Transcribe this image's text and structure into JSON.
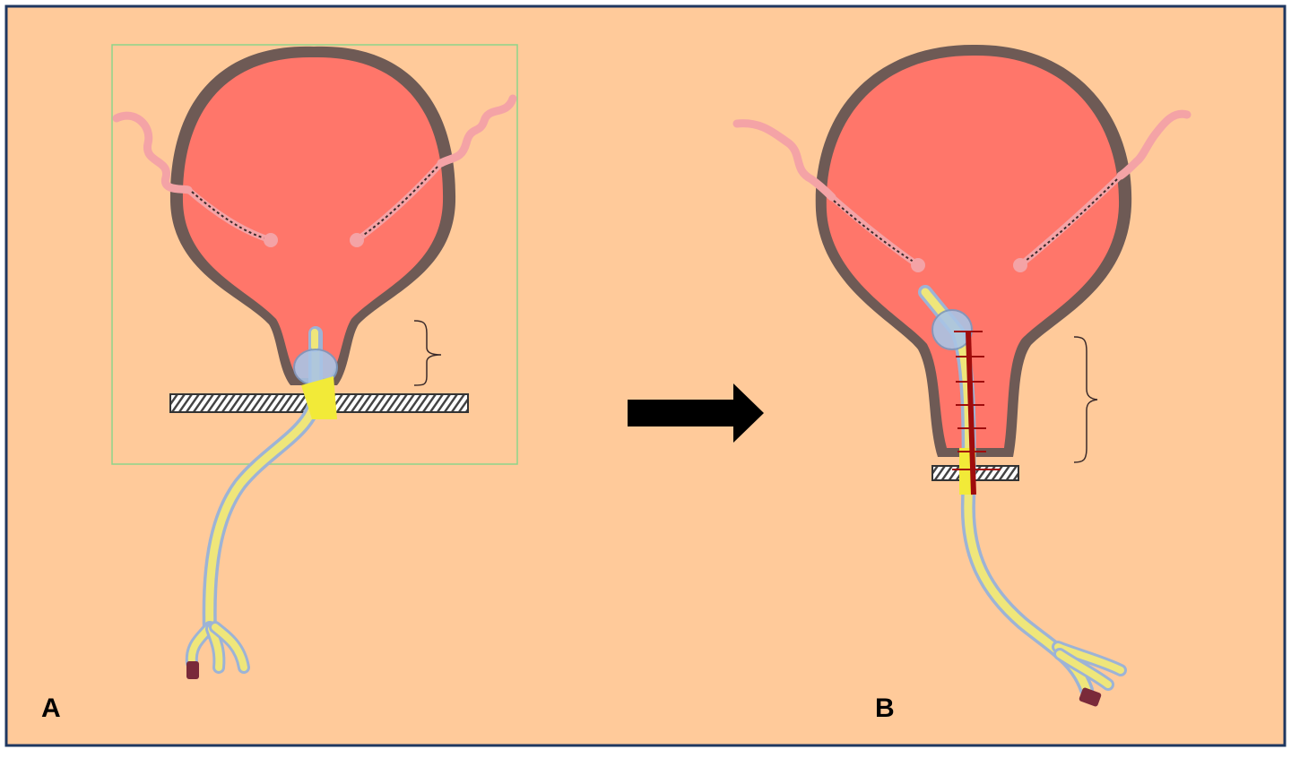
{
  "panels": [
    {
      "id": "A",
      "label": "A"
    },
    {
      "id": "B",
      "label": "B"
    }
  ],
  "colors": {
    "background": "#FFCA9A",
    "frame": "#1F3760",
    "bladder_wall": "#6E5A55",
    "bladder_lumen": "#FF766A",
    "ureter": "#F4A3A6",
    "catheter": "#EFE67A",
    "catheter_outline": "#9DB3D6",
    "balloon": "#A9C4E6",
    "stitch_line": "#A00C0C",
    "arrow": "#000000"
  },
  "icons": [
    "bladder-illustration",
    "foley-catheter",
    "ureter",
    "pelvic-floor-hatch",
    "right-arrow-icon",
    "bracket"
  ]
}
